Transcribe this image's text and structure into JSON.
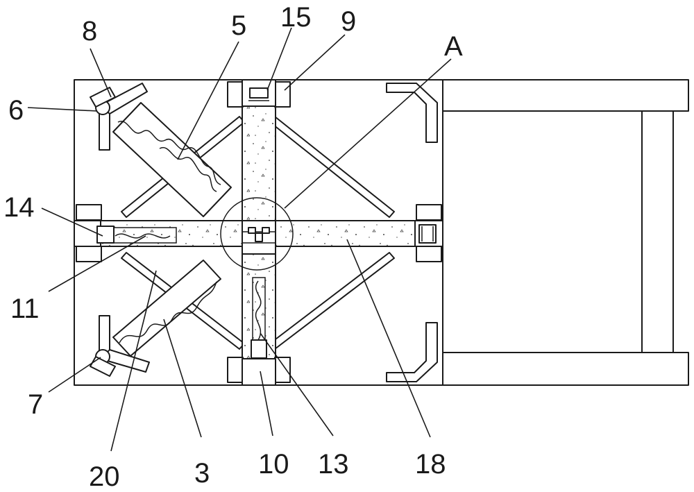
{
  "figure": {
    "labels": [
      {
        "id": "8",
        "text": "8"
      },
      {
        "id": "5",
        "text": "5"
      },
      {
        "id": "15",
        "text": "15"
      },
      {
        "id": "9",
        "text": "9"
      },
      {
        "id": "A",
        "text": "A"
      },
      {
        "id": "6",
        "text": "6"
      },
      {
        "id": "14",
        "text": "14"
      },
      {
        "id": "11",
        "text": "11"
      },
      {
        "id": "7",
        "text": "7"
      },
      {
        "id": "20",
        "text": "20"
      },
      {
        "id": "3",
        "text": "3"
      },
      {
        "id": "10",
        "text": "10"
      },
      {
        "id": "13",
        "text": "13"
      },
      {
        "id": "18",
        "text": "18"
      }
    ]
  }
}
